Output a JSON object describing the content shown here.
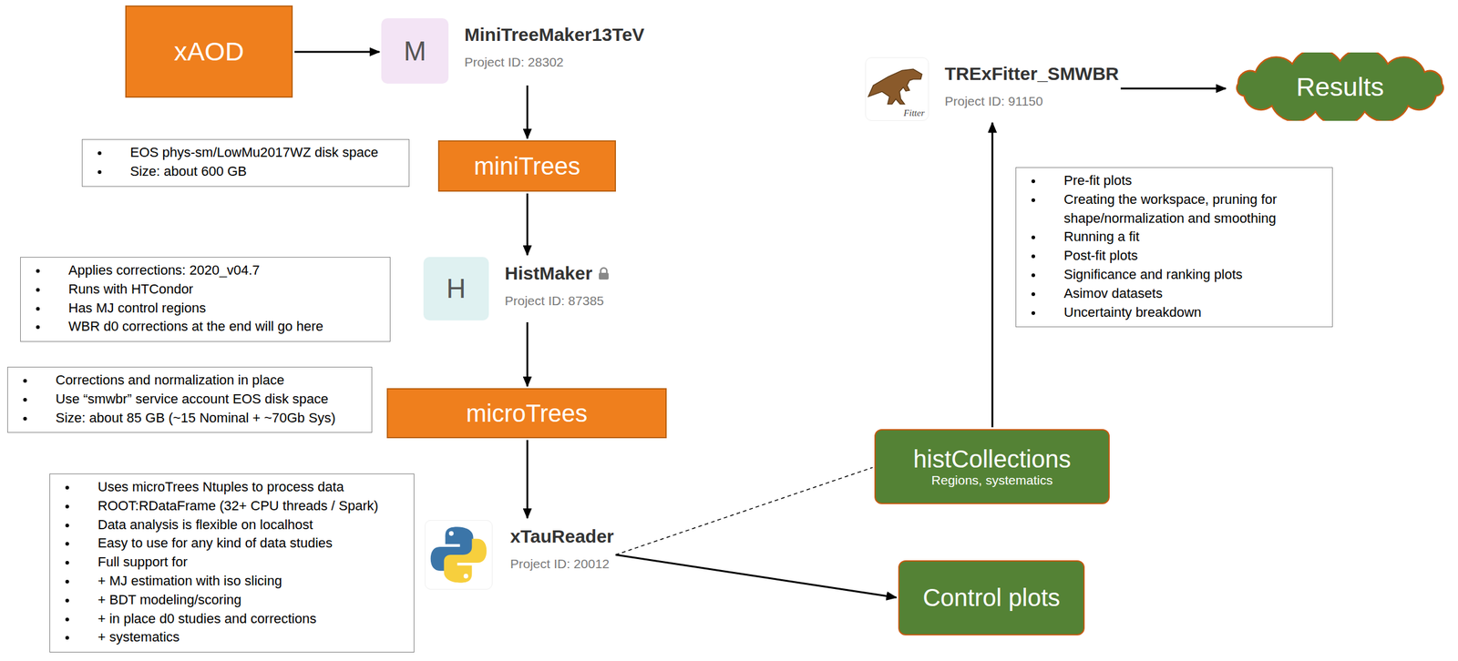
{
  "diagram": {
    "nodes": [
      {
        "text": [
          "xAOD"
        ]
      },
      {
        "text": [
          "M",
          "MiniTreeMaker13TeV",
          "Project ID: 28302"
        ]
      },
      {
        "text": [
          "miniTrees"
        ]
      },
      {
        "text": [
          "EOS phys-sm/LowMu2017WZ disk space",
          "Size:  about 600 GB"
        ]
      },
      {
        "text": [
          "H",
          "HistMaker",
          "Project ID: 87385"
        ]
      },
      {
        "text": [
          "Applies corrections: 2020_v04.7",
          "Runs with HTCondor",
          "Has MJ control regions",
          "WBR d0 corrections at the end will go here"
        ]
      },
      {
        "text": [
          "microTrees"
        ]
      },
      {
        "text": [
          "Corrections and normalization in place",
          "Use “smwbr” service account EOS disk space",
          "Size: about 85 GB (~15 Nominal + ~70Gb Sys)"
        ]
      },
      {
        "text": [
          "xTauReader",
          "Project ID: 20012"
        ]
      },
      {
        "text": [
          "Uses microTrees Ntuples to process data",
          "ROOT:RDataFrame (32+ CPU threads / Spark)",
          "Data analysis is flexible on localhost",
          "Easy to use for any kind of data studies",
          "Full support for",
          "+ MJ estimation with iso slicing",
          "+ BDT modeling/scoring",
          "+ in place d0 studies and corrections",
          "+ systematics"
        ]
      },
      {
        "text": [
          "histCollections",
          "Regions, systematics"
        ]
      },
      {
        "text": [
          "Control plots"
        ]
      },
      {
        "text": [
          "Fitter",
          "TRExFitter_SMWBR",
          "Project ID: 91150"
        ]
      },
      {
        "text": [
          "Pre-fit plots",
          "Creating the workspace, pruning for shape/normalization and smoothing",
          "Running a fit",
          "Post-fit plots",
          "Significance and ranking plots",
          "Asimov datasets",
          "Uncertainty breakdown"
        ]
      },
      {
        "text": [
          "Results"
        ]
      }
    ],
    "edges": [
      {
        "from": 0,
        "to": 1,
        "arrow": "to"
      },
      {
        "from": 1,
        "to": 2,
        "arrow": "to"
      },
      {
        "from": 2,
        "to": 4,
        "arrow": "to"
      },
      {
        "from": 4,
        "to": 6,
        "arrow": "to"
      },
      {
        "from": 6,
        "to": 8,
        "arrow": "to"
      },
      {
        "from": 8,
        "to": 10,
        "arrow": "none"
      },
      {
        "from": 8,
        "to": 11,
        "arrow": "to"
      },
      {
        "from": 10,
        "to": 12,
        "arrow": "to"
      },
      {
        "from": 12,
        "to": 14,
        "arrow": "to"
      }
    ]
  }
}
